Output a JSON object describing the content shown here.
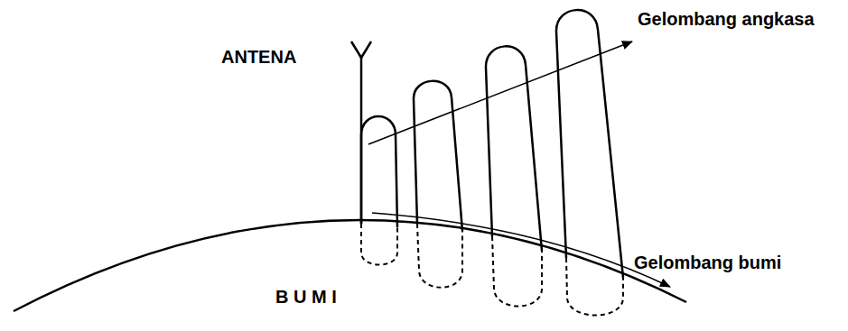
{
  "diagram": {
    "labels": [
      "Gelombang angkasa",
      "ANTENA",
      "Gelombang bumi",
      "B U M I"
    ]
  }
}
